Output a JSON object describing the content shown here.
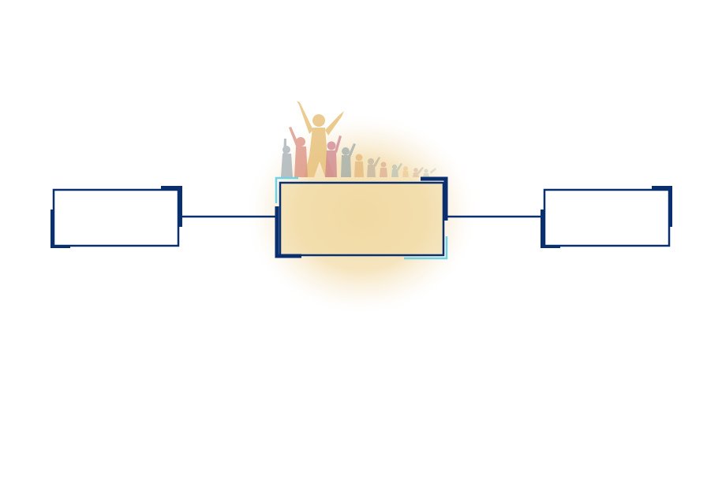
{
  "diagram": {
    "nodes": [
      {
        "id": "left",
        "label": ""
      },
      {
        "id": "center",
        "label": "",
        "image": "celebrating-crowd-silhouette"
      },
      {
        "id": "right",
        "label": ""
      }
    ],
    "edges": [
      {
        "from": "left",
        "to": "center"
      },
      {
        "from": "center",
        "to": "right"
      }
    ]
  },
  "colors": {
    "frame": "#0a2f6e",
    "accent_cyan": "#6fd3e8",
    "glow": "#f1d9a0",
    "background": "#ffffff"
  }
}
